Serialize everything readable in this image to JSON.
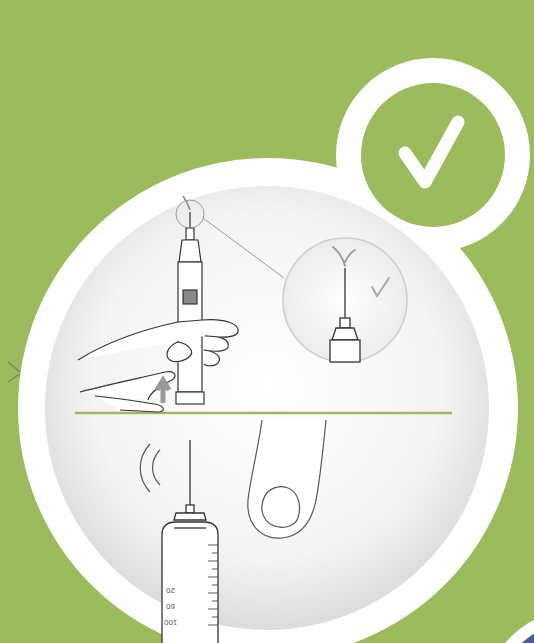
{
  "diagram": {
    "labels": [
      "20",
      "60",
      "100"
    ]
  }
}
